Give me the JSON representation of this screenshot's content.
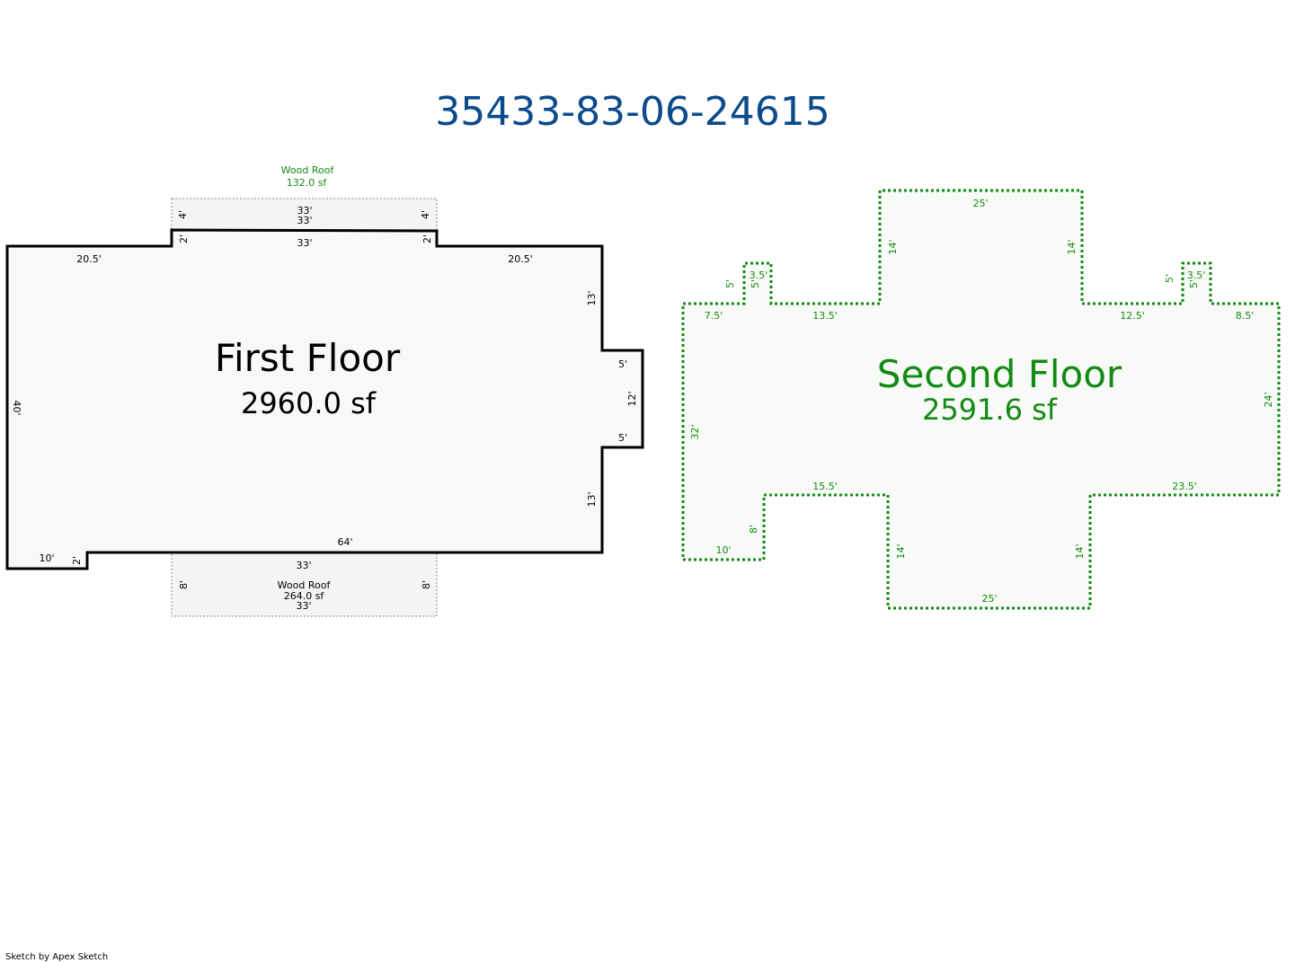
{
  "title": "35433-83-06-24615",
  "colors": {
    "title": "#0b4a8b",
    "first_floor": "#000000",
    "second_floor": "#138a13",
    "roof": "#8a8a8a"
  },
  "first_floor": {
    "name": "First Floor",
    "area": "2960.0 sf",
    "dimensions": [
      "20.5'",
      "33'",
      "20.5'",
      "2'",
      "2'",
      "13'",
      "5'",
      "12'",
      "5'",
      "13'",
      "64'",
      "10'",
      "2'",
      "40'"
    ]
  },
  "wood_roof_top": {
    "name": "Wood Roof",
    "area": "132.0 sf",
    "dimensions": [
      "33'",
      "33'",
      "4'",
      "4'"
    ]
  },
  "wood_roof_bottom": {
    "name": "Wood Roof",
    "area": "264.0 sf",
    "dimensions": [
      "33'",
      "33'",
      "8'",
      "8'"
    ]
  },
  "second_floor": {
    "name": "Second Floor",
    "area": "2591.6 sf",
    "dimensions": [
      "25'",
      "14'",
      "14'",
      "3.5'",
      "5'",
      "5'",
      "7.5'",
      "13.5'",
      "3.5'",
      "5'",
      "5'",
      "12.5'",
      "8.5'",
      "24'",
      "23.5'",
      "14'",
      "25'",
      "14'",
      "15.5'",
      "8'",
      "10'",
      "32'"
    ]
  },
  "credit": "Sketch by Apex Sketch"
}
